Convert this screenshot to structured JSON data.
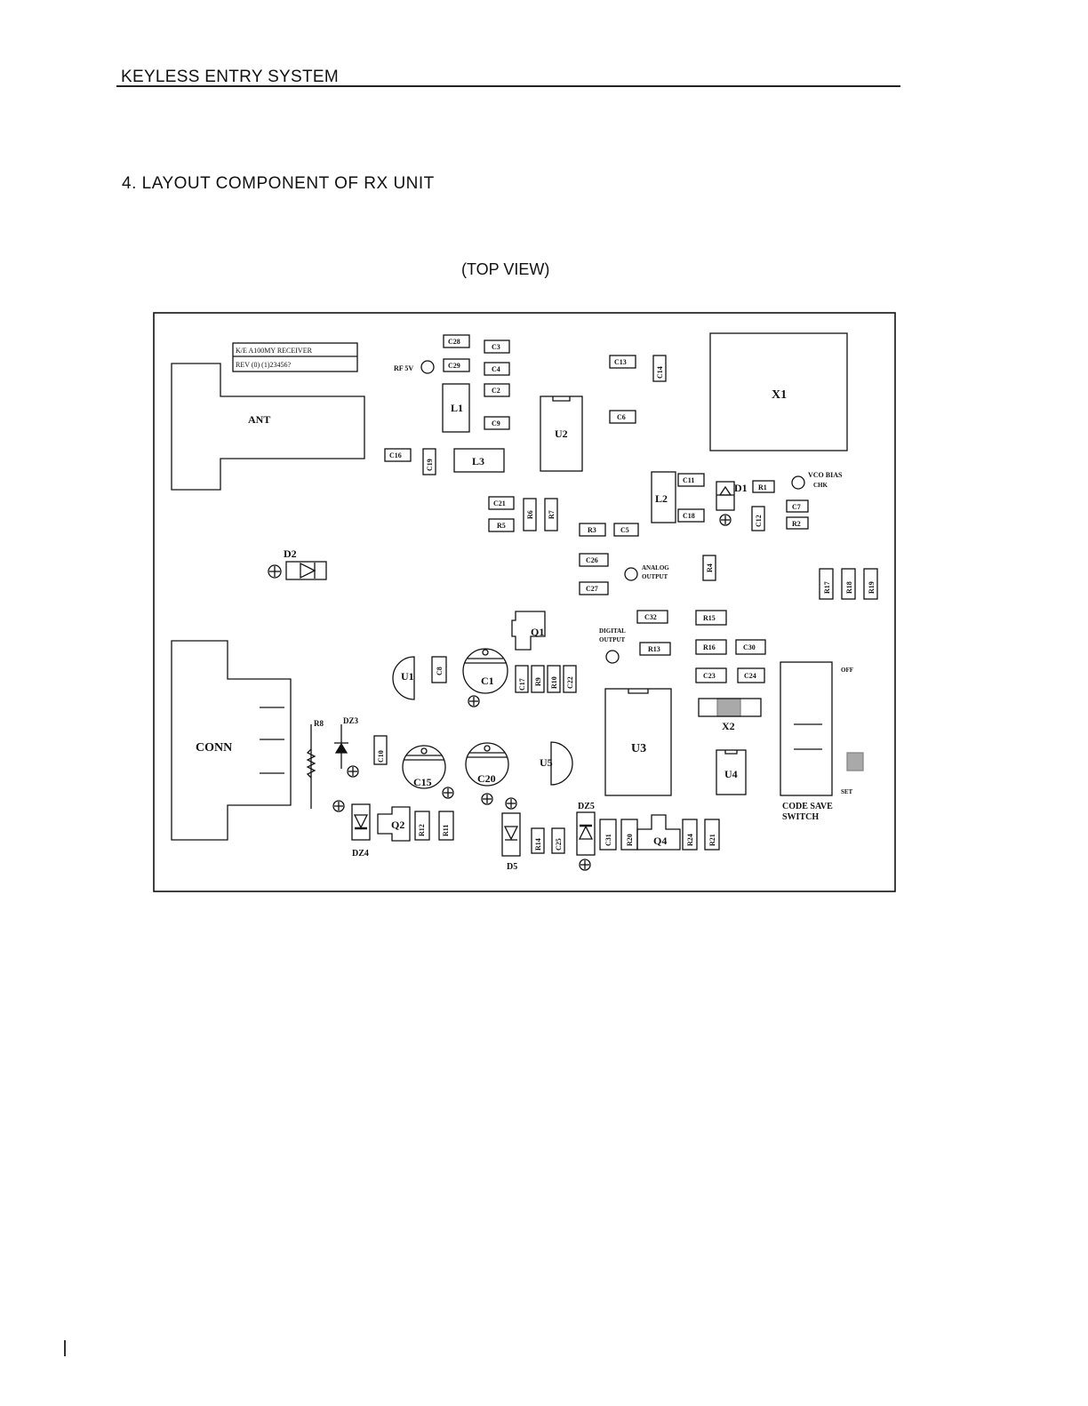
{
  "header": {
    "title": "KEYLESS ENTRY SYSTEM"
  },
  "section": {
    "title": "4. LAYOUT COMPONENT OF RX UNIT"
  },
  "view": {
    "label": "(TOP VIEW)"
  },
  "board": {
    "label_line1": "K/E A100MY RECEIVER",
    "label_line2": "REV (0) (1)23456?",
    "ant": "ANT",
    "conn": "CONN",
    "rf5v": "RF 5V",
    "vco_bias": "VCO BIAS",
    "vco_chk": "CHK",
    "analog1": "ANALOG",
    "analog2": "OUTPUT",
    "digital1": "DIGITAL",
    "digital2": "OUTPUT",
    "off": "OFF",
    "set": "SET",
    "code_save1": "CODE SAVE",
    "code_save2": "SWITCH",
    "comp": {
      "C28": "C28",
      "C29": "C29",
      "C3": "C3",
      "C4": "C4",
      "C2": "C2",
      "C9": "C9",
      "C13": "C13",
      "C14": "C14",
      "C6": "C6",
      "L1": "L1",
      "L2": "L2",
      "L3": "L3",
      "U2": "U2",
      "X1": "X1",
      "C16": "C16",
      "C19": "C19",
      "C11": "C11",
      "C18": "C18",
      "D1": "D1",
      "R1": "R1",
      "C7": "C7",
      "R2": "R2",
      "C12": "C12",
      "C21": "C21",
      "R5": "R5",
      "R6": "R6",
      "R7": "R7",
      "R3": "R3",
      "C5": "C5",
      "C26": "C26",
      "C27": "C27",
      "R4": "R4",
      "R17": "R17",
      "R18": "R18",
      "R19": "R19",
      "D2": "D2",
      "C32": "C32",
      "R15": "R15",
      "Q1": "Q1",
      "R13": "R13",
      "R16": "R16",
      "C30": "C30",
      "U1": "U1",
      "C8": "C8",
      "C1": "C1",
      "C17": "C17",
      "R9": "R9",
      "R10": "R10",
      "C22": "C22",
      "C23": "C23",
      "C24": "C24",
      "X2": "X2",
      "U3": "U3",
      "R8": "R8",
      "DZ3": "DZ3",
      "C10": "C10",
      "C15": "C15",
      "C20": "C20",
      "U5": "U5",
      "U4": "U4",
      "Q2": "Q2",
      "R12": "R12",
      "R11": "R11",
      "DZ4": "DZ4",
      "D5": "D5",
      "R14": "R14",
      "C25": "C25",
      "DZ5": "DZ5",
      "C31": "C31",
      "R20": "R20",
      "Q4": "Q4",
      "R24": "R24",
      "R21": "R21"
    }
  }
}
